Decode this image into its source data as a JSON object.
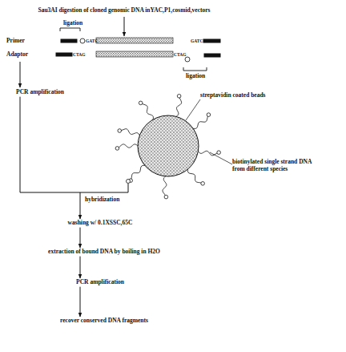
{
  "diagram": {
    "nodes": [
      {
        "text": [
          "Sau3AI digestion of cloned genomic DNA inYAC,P1,cosmid,vectors"
        ]
      },
      {
        "text": [
          "PCR amplification"
        ]
      },
      {
        "text": [
          "washing w/ 0.1XSSC,65C"
        ]
      },
      {
        "text": [
          "extraction of bound DNA by boiling in H2O"
        ]
      },
      {
        "text": [
          "PCR amplification"
        ]
      },
      {
        "text": [
          "recover conserved DNA fragments"
        ]
      }
    ],
    "edges": [
      {
        "from": 1,
        "to": 2,
        "label": "hybridization",
        "arrow": "to"
      },
      {
        "from": 2,
        "to": 3,
        "arrow": "to"
      },
      {
        "from": 3,
        "to": 4,
        "arrow": "to"
      },
      {
        "from": 4,
        "to": 5,
        "arrow": "to"
      }
    ],
    "labels": [
      "ligation",
      "Primer",
      "GATC",
      "GATC",
      "Adaptor",
      "CTAG",
      "CTAG",
      "ligation",
      "streptavidin coated beads",
      "biotinylated single strand DNA from different species"
    ]
  }
}
